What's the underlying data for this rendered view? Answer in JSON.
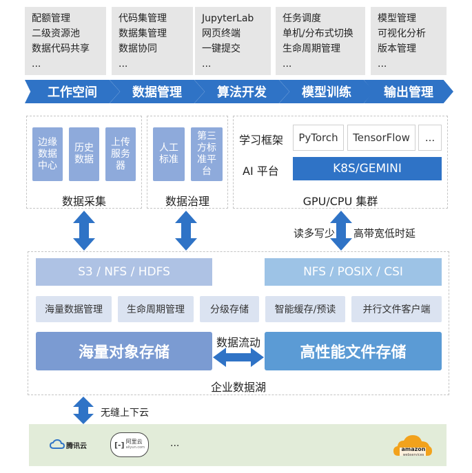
{
  "top_boxes": [
    {
      "lines": [
        "配额管理",
        "二级资源池",
        "数据代码共享",
        "..."
      ]
    },
    {
      "lines": [
        "代码集管理",
        "数据集管理",
        "数据协同",
        "..."
      ]
    },
    {
      "lines": [
        "JupyterLab",
        "网页终端",
        "一键提交",
        "..."
      ]
    },
    {
      "lines": [
        "任务调度",
        "单机/分布式切换",
        "生命周期管理",
        "..."
      ]
    },
    {
      "lines": [
        "模型管理",
        "可视化分析",
        "版本管理",
        "..."
      ]
    }
  ],
  "pipeline": [
    "工作空间",
    "数据管理",
    "算法开发",
    "模型训练",
    "输出管理"
  ],
  "collection": {
    "items": [
      "边缘数据中心",
      "历史数据",
      "上传服务器"
    ],
    "caption": "数据采集"
  },
  "governance": {
    "items": [
      "人工标准",
      "第三方标准平台"
    ],
    "caption": "数据治理"
  },
  "compute": {
    "framework_label": "学习框架",
    "frameworks": [
      "PyTorch",
      "TensorFlow",
      "..."
    ],
    "platform_label": "AI 平台",
    "platform": "K8S/GEMINI",
    "caption": "GPU/CPU 集群"
  },
  "links": {
    "read_more_write_less": "读多写少",
    "high_bandwidth_low_latency": "高带宽低时延",
    "data_flow": "数据流动",
    "seamless_cloud": "无缝上下云"
  },
  "lake": {
    "object_protocols": "S3 / NFS / HDFS",
    "file_protocols": "NFS / POSIX / CSI",
    "features": [
      "海量数据管理",
      "生命周期管理",
      "分级存储",
      "智能缓存/预读",
      "并行文件客户端"
    ],
    "object_storage": "海量对象存储",
    "file_storage": "高性能文件存储",
    "caption": "企业数据湖"
  },
  "clouds": {
    "tencent": "腾讯云",
    "aliyun": "阿里云",
    "aliyun_sub": "aliyun.com",
    "ellipsis": "...",
    "amazon": "amazon",
    "amazon_sub": "webservices"
  },
  "colors": {
    "primary_blue": "#2f73c6",
    "chip_blue": "#8eaadb",
    "light_blue_bar": "#aec2e4",
    "sky_bar": "#9dc3e6",
    "feature_fill": "#dbe3f1",
    "object_storage": "#7b9bd2",
    "file_storage": "#5b9bd5",
    "cloud_band": "#e2ecd9"
  }
}
